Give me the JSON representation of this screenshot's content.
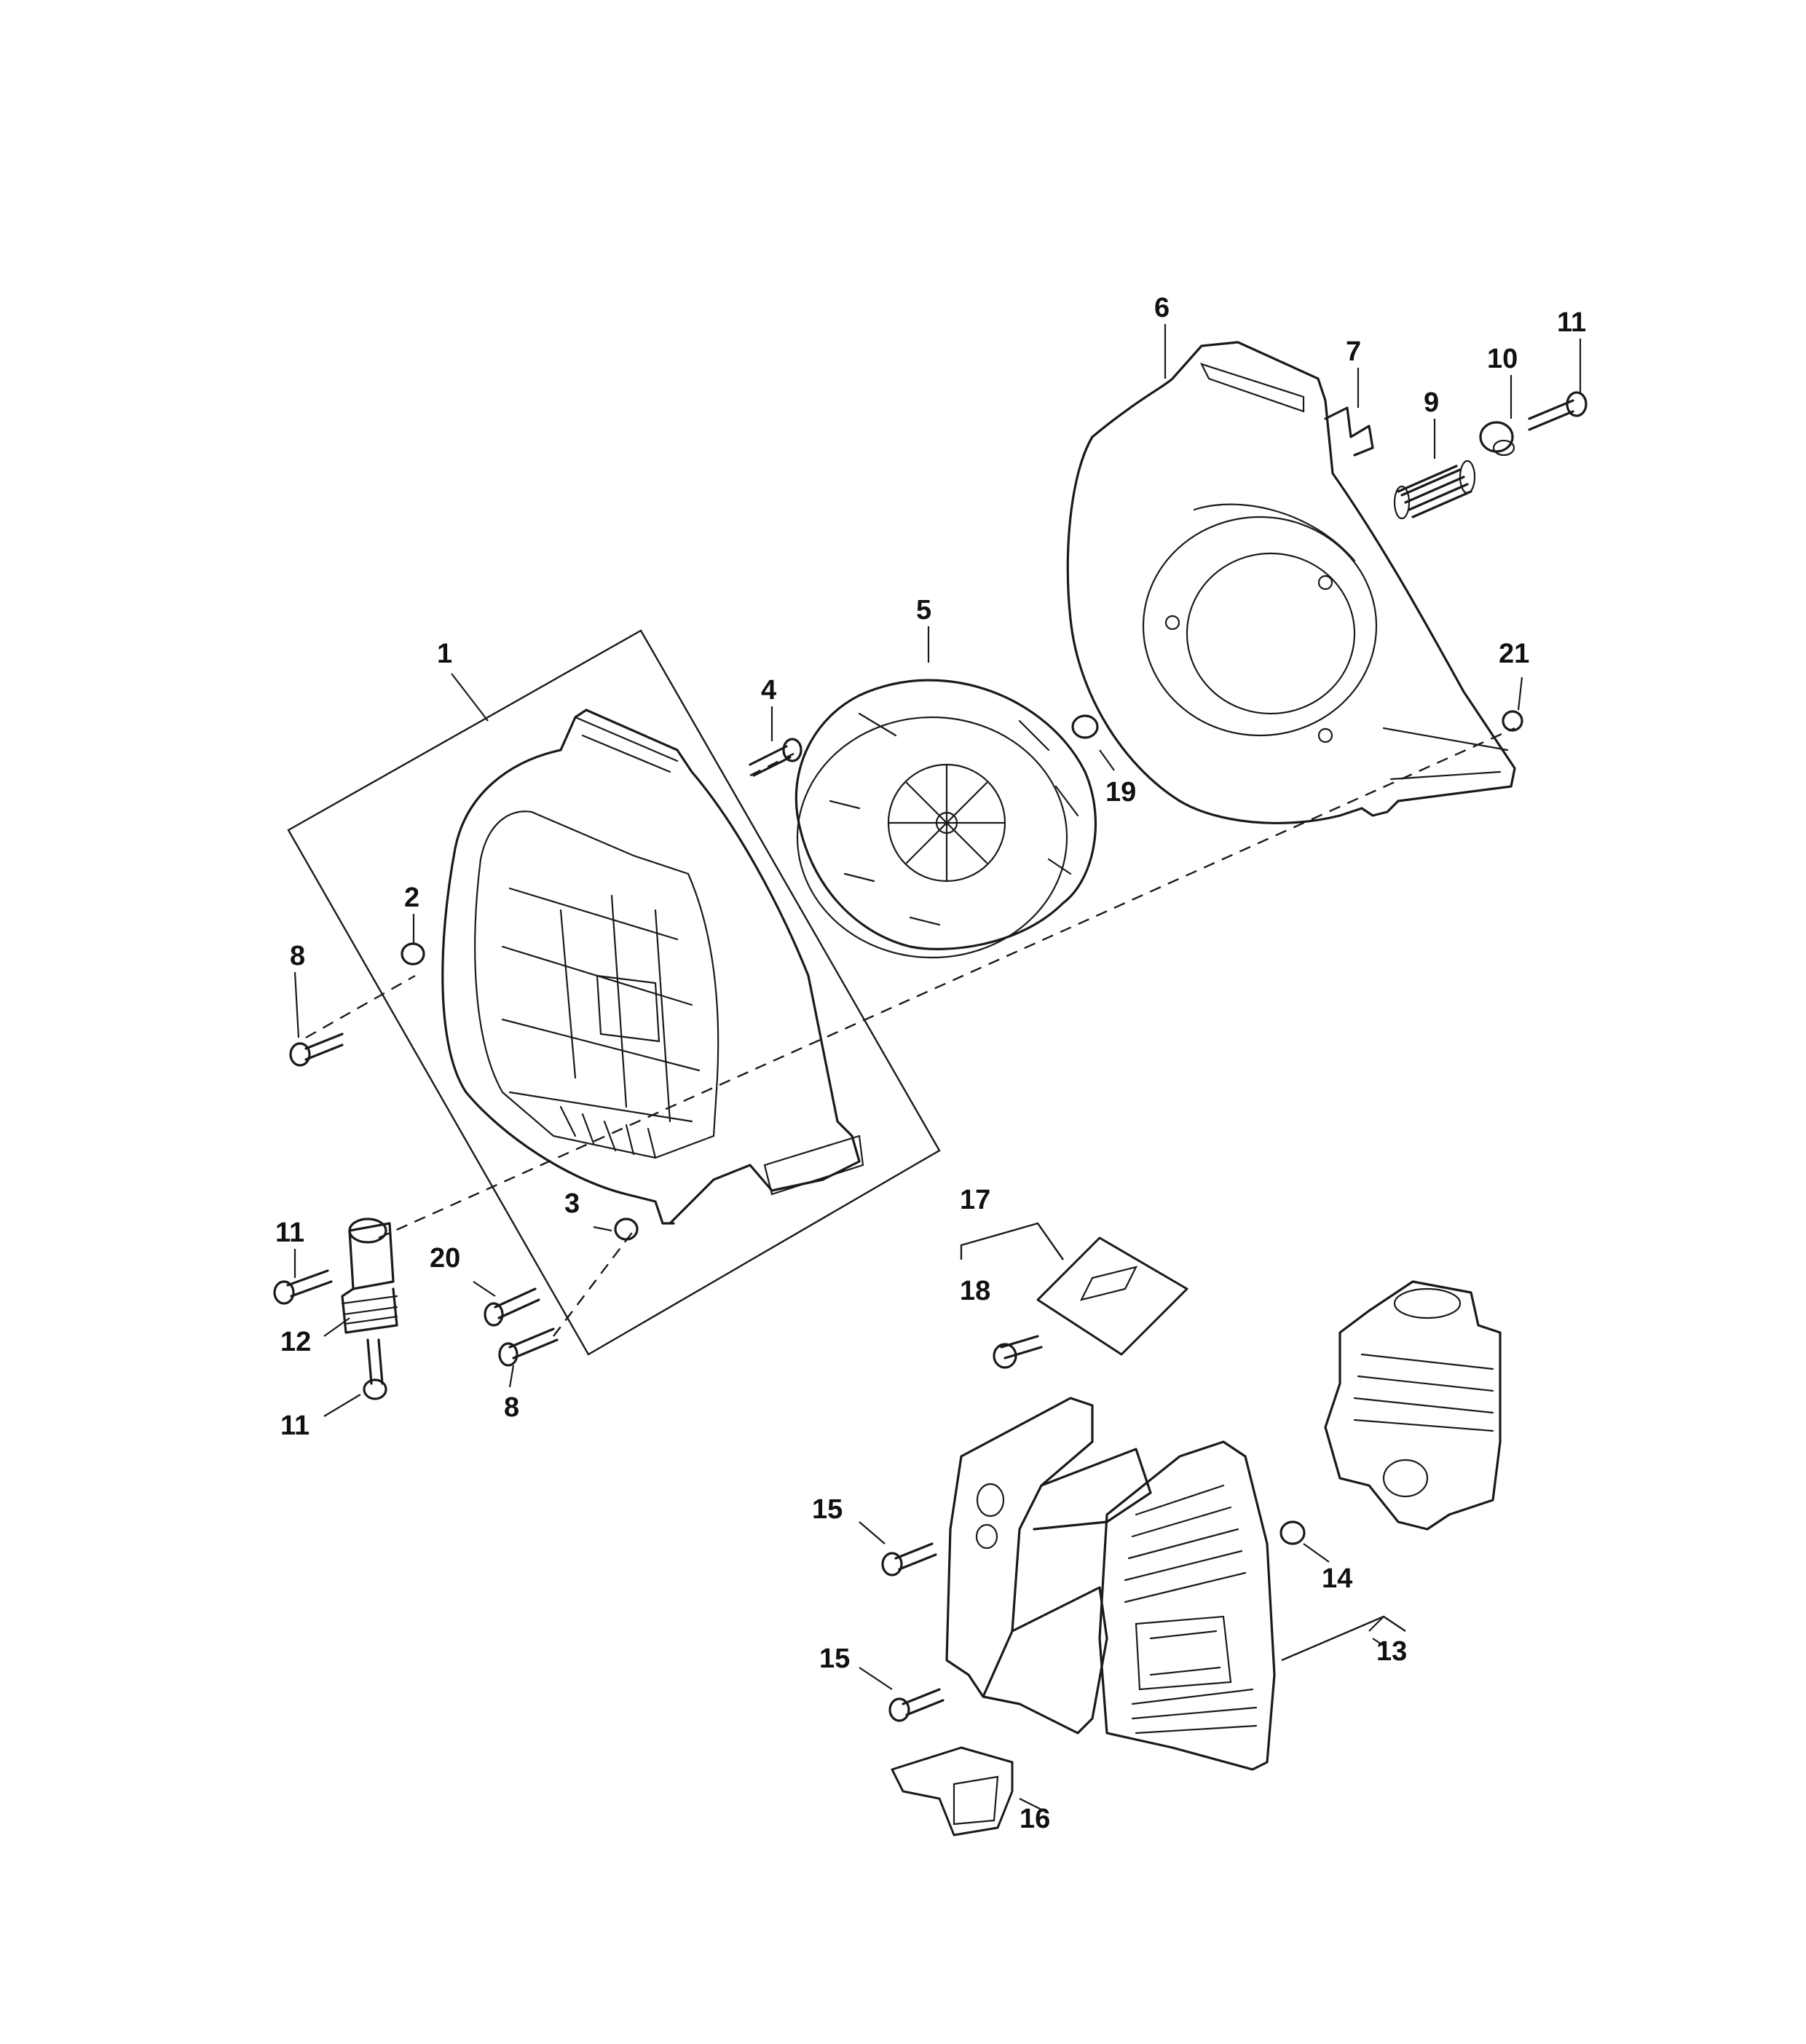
{
  "diagram": {
    "callouts": [
      {
        "id": "1",
        "text": "1"
      },
      {
        "id": "2",
        "text": "2"
      },
      {
        "id": "3",
        "text": "3"
      },
      {
        "id": "4",
        "text": "4"
      },
      {
        "id": "5",
        "text": "5"
      },
      {
        "id": "6",
        "text": "6"
      },
      {
        "id": "7",
        "text": "7"
      },
      {
        "id": "8a",
        "text": "8"
      },
      {
        "id": "8b",
        "text": "8"
      },
      {
        "id": "9",
        "text": "9"
      },
      {
        "id": "10",
        "text": "10"
      },
      {
        "id": "11a",
        "text": "11"
      },
      {
        "id": "11b",
        "text": "11"
      },
      {
        "id": "11c",
        "text": "11"
      },
      {
        "id": "12",
        "text": "12"
      },
      {
        "id": "13",
        "text": "13"
      },
      {
        "id": "14",
        "text": "14"
      },
      {
        "id": "15a",
        "text": "15"
      },
      {
        "id": "15b",
        "text": "15"
      },
      {
        "id": "16",
        "text": "16"
      },
      {
        "id": "17",
        "text": "17"
      },
      {
        "id": "18",
        "text": "18"
      },
      {
        "id": "19",
        "text": "19"
      },
      {
        "id": "20",
        "text": "20"
      },
      {
        "id": "21",
        "text": "21"
      }
    ]
  },
  "colors": {
    "line": "#1a1a1a",
    "background": "#ffffff"
  }
}
